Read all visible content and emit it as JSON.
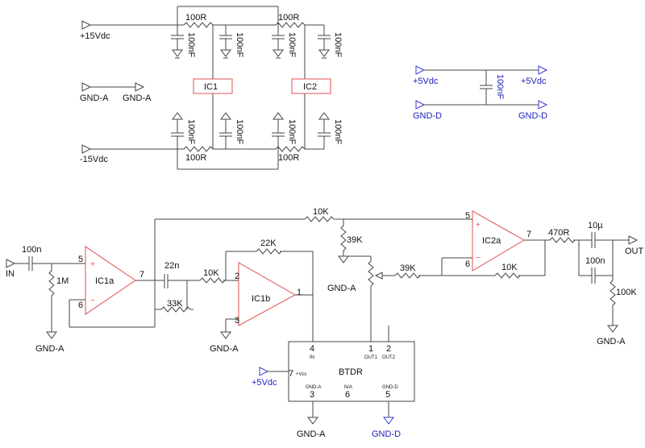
{
  "power": {
    "pos15": "+15Vdc",
    "neg15": "-15Vdc",
    "gnda_in": "GND-A",
    "gnda_out": "GND-A",
    "r_top_left": "100R",
    "r_top_right": "100R",
    "r_bot_left": "100R",
    "r_bot_right": "100R",
    "c1": "100nF",
    "c2": "100nF",
    "c3": "100nF",
    "c4": "100nF",
    "c5": "100nF",
    "c6": "100nF",
    "c7": "100nF",
    "c8": "100nF",
    "ic1": "IC1",
    "ic2": "IC2"
  },
  "digital": {
    "p5_in": "+5Vdc",
    "p5_out": "+5Vdc",
    "gndd_in": "GND-D",
    "gndd_out": "GND-D",
    "cap": "100nF"
  },
  "main": {
    "in_label": "IN",
    "out_label": "OUT",
    "c_in": "100n",
    "r_in": "1M",
    "gnd_a1": "GND-A",
    "ic1a": "IC1a",
    "ic1a_p5": "5",
    "ic1a_p6": "6",
    "ic1a_p7": "7",
    "c_22n": "22n",
    "r_10k_a": "10K",
    "r_33k": "33K",
    "r_22k": "22K",
    "ic1b": "IC1b",
    "ic1b_p2": "2",
    "ic1b_p3": "3",
    "ic1b_p1": "1",
    "gnd_a2": "GND-A",
    "r_10k_top": "10K",
    "r_39k_v": "39K",
    "gnd_a3": "GND-A",
    "r_39k_h": "39K",
    "r_10k_fb": "10K",
    "ic2a": "IC2a",
    "ic2a_p5": "5",
    "ic2a_p6": "6",
    "ic2a_p7": "7",
    "r_470r": "470R",
    "c_10u": "10µ",
    "c_100n_out": "100n",
    "r_100k": "100K",
    "gnd_a4": "GND-A",
    "btdr": {
      "name": "BTDR",
      "pin4": "4",
      "pin4_lbl": "IN",
      "pin1": "1",
      "pin1_lbl": "OUT1",
      "pin2": "2",
      "pin2_lbl": "OUT2",
      "pin7": "7",
      "pin7_lbl": "+Vcc",
      "pin3": "3",
      "pin3_lbl": "GND-A",
      "pin6": "6",
      "pin6_lbl": "N/A",
      "pin5": "5",
      "pin5_lbl": "GND-D"
    },
    "p5_btdr": "+5Vdc",
    "gnd_a5": "GND-A",
    "gnd_d5": "GND-D"
  }
}
